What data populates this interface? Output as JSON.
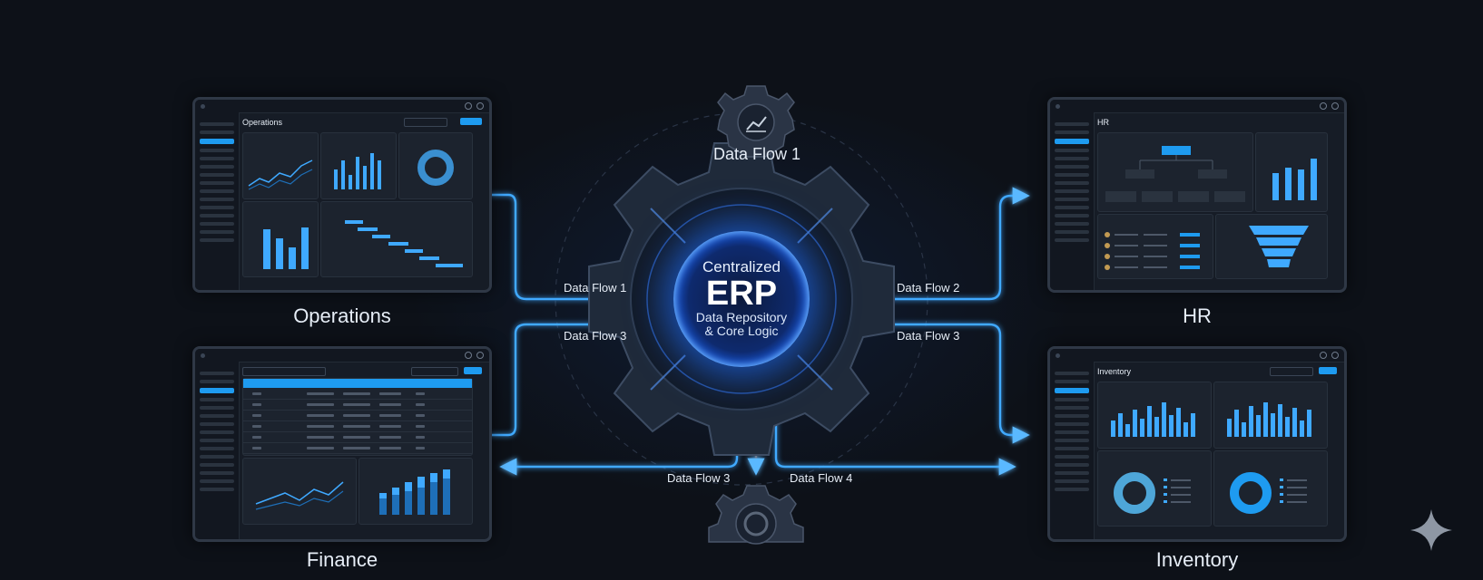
{
  "center": {
    "line1": "Centralized",
    "line2": "ERP",
    "line3": "Data Repository",
    "line4": "& Core Logic"
  },
  "flows": {
    "top": "Data Flow 1",
    "left_upper": "Data Flow 1",
    "left_lower": "Data Flow 3",
    "right_upper": "Data Flow 2",
    "right_lower": "Data Flow 3",
    "bottom_left": "Data Flow 3",
    "bottom_right": "Data Flow 4"
  },
  "modules": {
    "operations": {
      "label": "Operations",
      "header": "Operations"
    },
    "hr": {
      "label": "HR",
      "header": "HR"
    },
    "finance": {
      "label": "Finance"
    },
    "inventory": {
      "label": "Inventory",
      "header": "Inventory"
    }
  },
  "colors": {
    "accent": "#1e9bf0",
    "glow": "#3fa9ff",
    "background": "#0d1118",
    "panel": "#161c26"
  }
}
